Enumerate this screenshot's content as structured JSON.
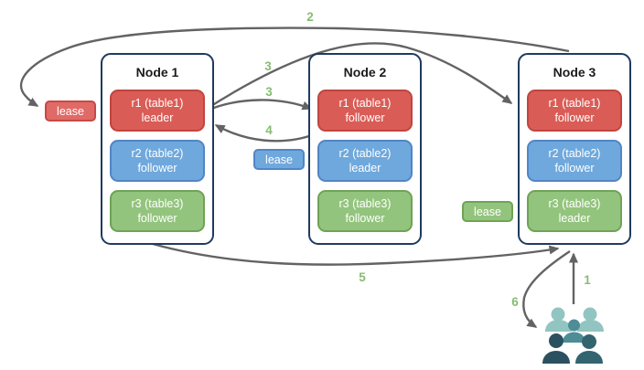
{
  "diagram": {
    "background": "#ffffff",
    "arrow_color": "#636363",
    "step_label_color": "#87BC72"
  },
  "nodes": [
    {
      "title": "Node 1",
      "replicas": [
        {
          "name": "r1 (table1)",
          "role": "leader",
          "color": "red"
        },
        {
          "name": "r2 (table2)",
          "role": "follower",
          "color": "blue"
        },
        {
          "name": "r3 (table3)",
          "role": "follower",
          "color": "green"
        }
      ]
    },
    {
      "title": "Node 2",
      "replicas": [
        {
          "name": "r1 (table1)",
          "role": "follower",
          "color": "red"
        },
        {
          "name": "r2 (table2)",
          "role": "leader",
          "color": "blue"
        },
        {
          "name": "r3 (table3)",
          "role": "follower",
          "color": "green"
        }
      ]
    },
    {
      "title": "Node 3",
      "replicas": [
        {
          "name": "r1 (table1)",
          "role": "follower",
          "color": "red"
        },
        {
          "name": "r2 (table2)",
          "role": "follower",
          "color": "blue"
        },
        {
          "name": "r3 (table3)",
          "role": "leader",
          "color": "green"
        }
      ]
    }
  ],
  "leases": [
    {
      "label": "lease",
      "color": "red"
    },
    {
      "label": "lease",
      "color": "blue"
    },
    {
      "label": "lease",
      "color": "green"
    }
  ],
  "steps": {
    "s1": "1",
    "s2": "2",
    "s3a": "3",
    "s3b": "3",
    "s4": "4",
    "s5": "5",
    "s6": "6"
  },
  "icons": {
    "users": "users-group-icon"
  },
  "palette": {
    "replica_red_fill": "#DA5C56",
    "replica_red_border": "#C14540",
    "replica_blue_fill": "#6FA8DC",
    "replica_blue_border": "#5186C5",
    "replica_green_fill": "#93C47D",
    "replica_green_border": "#6FA356",
    "lease_red_fill": "#E06A66",
    "node_border": "#1F3B5E",
    "users_light_teal": "#92C5C1",
    "users_mid_teal": "#4E8D96",
    "users_dark_left": "#2B5060",
    "users_dark_right": "#336470"
  }
}
